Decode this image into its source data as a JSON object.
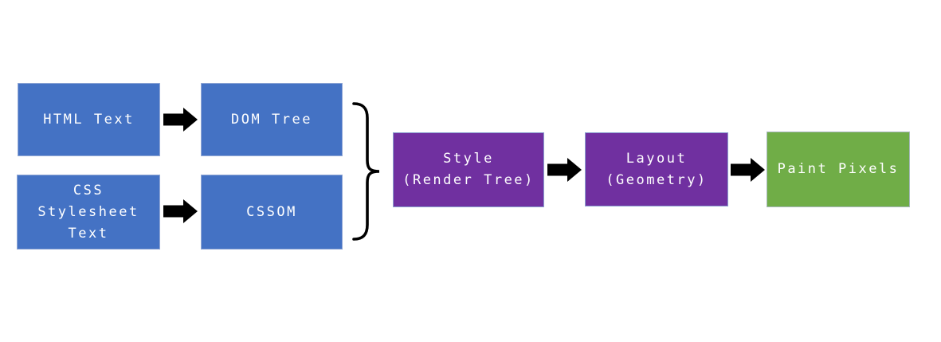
{
  "colors": {
    "node-blue": "#4472C4",
    "node-purple": "#7030A0",
    "node-green": "#70AD47",
    "arrow-black": "#000000",
    "text-white": "#FFFFFF"
  },
  "icons": {
    "arrow": "arrow-right-icon",
    "brace": "curly-brace-right-icon"
  },
  "nodes": {
    "html_text": {
      "lines": [
        "HTML Text"
      ]
    },
    "dom_tree": {
      "lines": [
        "DOM Tree"
      ]
    },
    "css_stylesheet_text": {
      "lines": [
        "CSS",
        "Stylesheet",
        "Text"
      ]
    },
    "cssom": {
      "lines": [
        "CSSOM"
      ]
    },
    "style_render_tree": {
      "lines": [
        "Style",
        "(Render Tree)"
      ]
    },
    "layout_geometry": {
      "lines": [
        "Layout",
        "(Geometry)"
      ]
    },
    "paint_pixels": {
      "lines": [
        "Paint Pixels"
      ]
    }
  },
  "flow": {
    "description_edges": [
      "HTML Text -> DOM Tree",
      "CSS Stylesheet Text -> CSSOM",
      "DOM Tree + CSSOM -> Style (Render Tree)",
      "Style (Render Tree) -> Layout (Geometry)",
      "Layout (Geometry) -> Paint Pixels"
    ]
  }
}
